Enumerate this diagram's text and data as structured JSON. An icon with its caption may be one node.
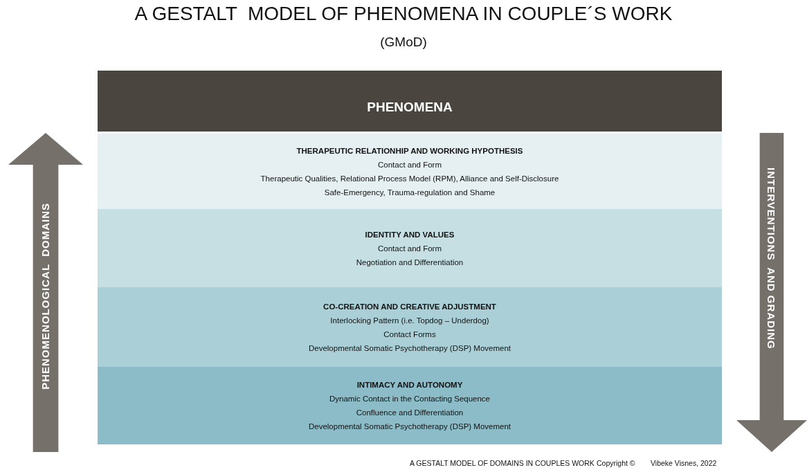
{
  "diagram": {
    "title": "A GESTALT  MODEL OF PHENOMENA IN COUPLE´S WORK",
    "nodes": [
      {
        "text": [
          "PHENOMENA"
        ]
      },
      {
        "text": [
          "THERAPEUTIC RELATIONHIP AND WORKING HYPOTHESIS",
          "Contact and Form",
          "Therapeutic Qualities, Relational Process Model (RPM), Alliance and Self-Disclosure",
          "Safe-Emergency, Trauma-regulation and Shame"
        ]
      },
      {
        "text": [
          "IDENTITY AND VALUES",
          "Contact and Form",
          "Negotiation and Differentiation"
        ]
      },
      {
        "text": [
          "CO-CREATION AND CREATIVE ADJUSTMENT",
          "Interlocking Pattern (i.e. Topdog – Underdog)",
          "Contact Forms",
          "Developmental Somatic Psychotherapy (DSP) Movement"
        ]
      },
      {
        "text": [
          "INTIMACY AND AUTONOMY",
          "Dynamic Contact in the Contacting Sequence",
          "Confluence and Differentiation",
          "Developmental Somatic Psychotherapy (DSP) Movement"
        ]
      },
      {
        "text": [
          "PHENOMENOLOGICAL  DOMAINS"
        ]
      },
      {
        "text": [
          "INTERVENTIONS  AND GRADING"
        ]
      }
    ],
    "labels": [
      "(GMoD)",
      "A GESTALT MODEL OF DOMAINS IN COUPLES WORK",
      "Copyright ©",
      "Vibeke Visnes, 2022"
    ]
  }
}
